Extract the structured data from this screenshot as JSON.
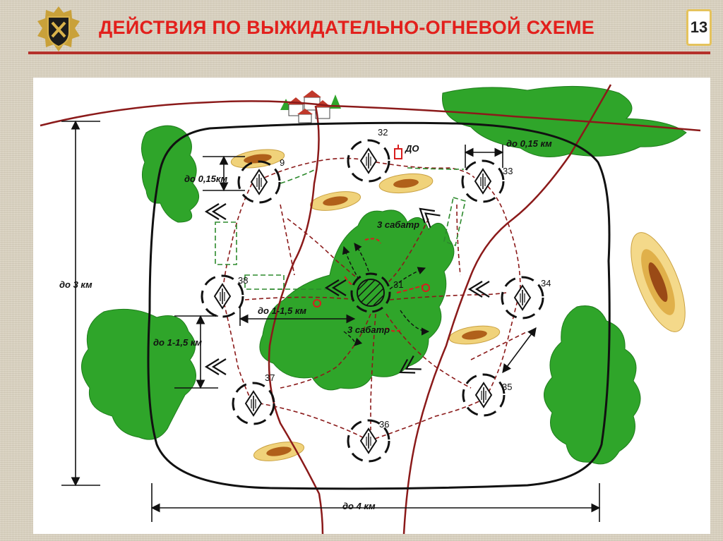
{
  "header": {
    "title": "ДЕЙСТВИЯ ПО ВЫЖИДАТЕЛЬНО-ОГНЕВОЙ СХЕМЕ",
    "page_number": "13",
    "emblem_icon": "army-emblem-icon"
  },
  "colors": {
    "title": "#e2201c",
    "forest": "#2fa52a",
    "route_red": "#8b1a1a",
    "route_green": "#2d8a2d",
    "perimeter": "#111111"
  },
  "diagram": {
    "posts": [
      "32",
      "33",
      "34",
      "35",
      "36",
      "37",
      "38",
      "9",
      "31"
    ],
    "center_post": "31",
    "labels": {
      "do_015_left": "до 0,15км",
      "do_015_top": "до 0,15 км",
      "do_3km": "до 3 км",
      "do_4km": "до 4 км",
      "do_1_15_left": "до 1-1,5 км",
      "do_1_15_center": "до 1-1,5 км",
      "sabatr_top": "3 сабатр",
      "sabatr_bottom": "3 сабатр",
      "do_marker": "ДО"
    }
  }
}
